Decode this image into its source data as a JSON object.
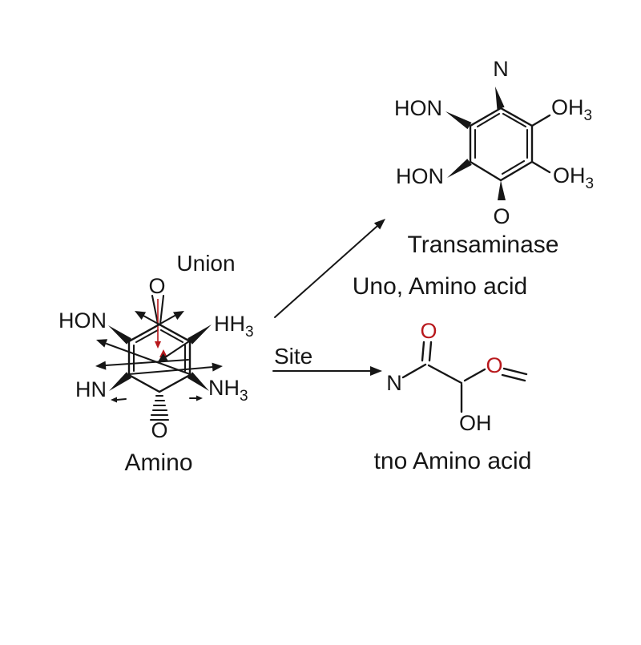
{
  "colors": {
    "ink": "#161616",
    "red": "#b8181c",
    "background": "#ffffff"
  },
  "substrate": {
    "title": "Amino",
    "top_annotation": "Union",
    "top_atom": "O",
    "bottom_atom": "O",
    "upper_left_group": "HON",
    "upper_right_group": "HH",
    "upper_right_subscript": "3",
    "lower_left_group": "HN",
    "lower_right_group": "NH",
    "lower_right_subscript": "3"
  },
  "reaction": {
    "site_arrow_label": "Site"
  },
  "top_product": {
    "title": "Transaminase",
    "subtitle": "Uno, Amino acid",
    "top_atom": "N",
    "upper_left_group": "HON",
    "lower_left_group": "HON",
    "upper_right_group": "OH",
    "upper_right_subscript": "3",
    "lower_right_group": "OH",
    "lower_right_subscript": "3",
    "bottom_atom": "O"
  },
  "bottom_product": {
    "title": "tno Amino acid",
    "left_atom": "N",
    "carbonyl_atom": "O",
    "ester_atom": "O",
    "hydroxyl_group": "OH"
  }
}
